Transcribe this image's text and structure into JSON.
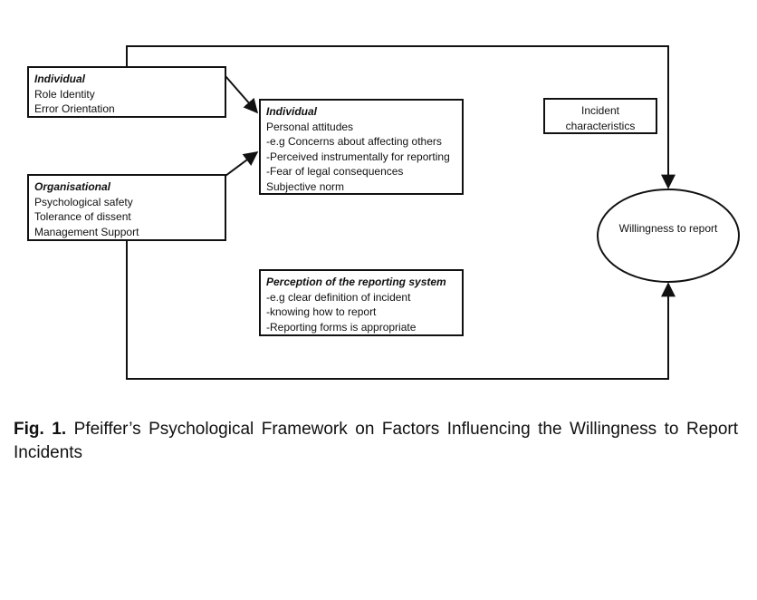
{
  "individual_left": {
    "title": "Individual",
    "lines": [
      "Role Identity",
      "Error Orientation"
    ]
  },
  "organisational": {
    "title": "Organisational",
    "lines": [
      "Psychological safety",
      "Tolerance of dissent",
      "Management Support"
    ]
  },
  "individual_center": {
    "title": "Individual",
    "lines": [
      "Personal attitudes",
      "-e.g Concerns about affecting others",
      "-Perceived instrumentally for reporting",
      "-Fear of legal consequences",
      "Subjective norm"
    ]
  },
  "incident": {
    "lines": [
      "Incident",
      "characteristics"
    ]
  },
  "willingness": {
    "lines": [
      "Willingness to",
      "report"
    ]
  },
  "perception": {
    "title": "Perception of the reporting system",
    "lines": [
      "-e.g clear definition of incident",
      "-knowing how to report",
      "-Reporting forms is appropriate"
    ]
  },
  "caption": {
    "label": "Fig. 1.",
    "text": "Pfeiffer’s Psychological Framework on Factors Influencing the Willingness to Report Incidents"
  }
}
